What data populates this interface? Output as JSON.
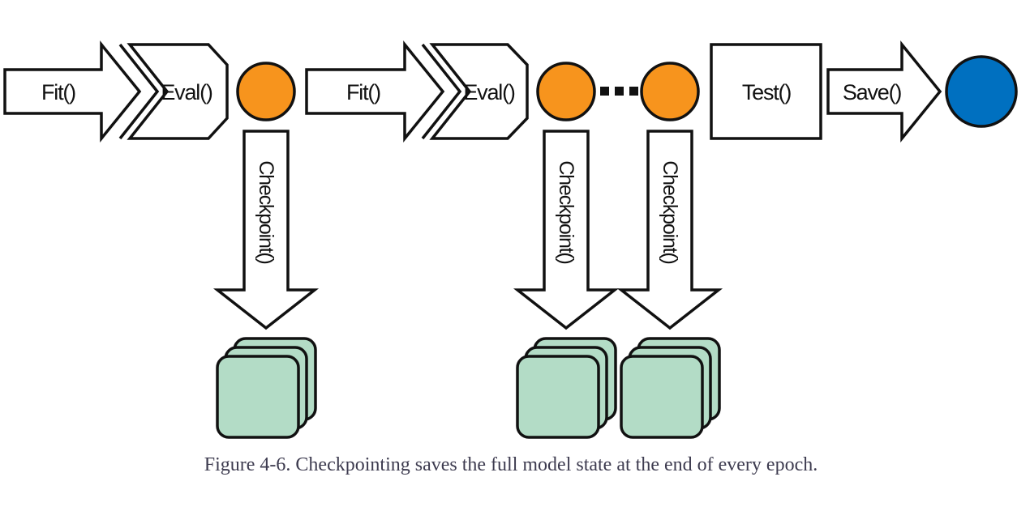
{
  "diagram": {
    "labels": {
      "fit_1": "Fit()",
      "eval_1": "Eval()",
      "fit_2": "Fit()",
      "eval_2": "Eval()",
      "test": "Test()",
      "save": "Save()",
      "checkpoint_1": "Checkpoint()",
      "checkpoint_2": "Checkpoint()",
      "checkpoint_3": "Checkpoint()"
    },
    "colors": {
      "epoch_node": "#f7941d",
      "final_node": "#0070c0",
      "checkpoint_stack": "#b3dcc6",
      "stroke": "#111111"
    }
  },
  "caption": "Figure 4-6. Checkpointing saves the full model state at the end of every epoch."
}
